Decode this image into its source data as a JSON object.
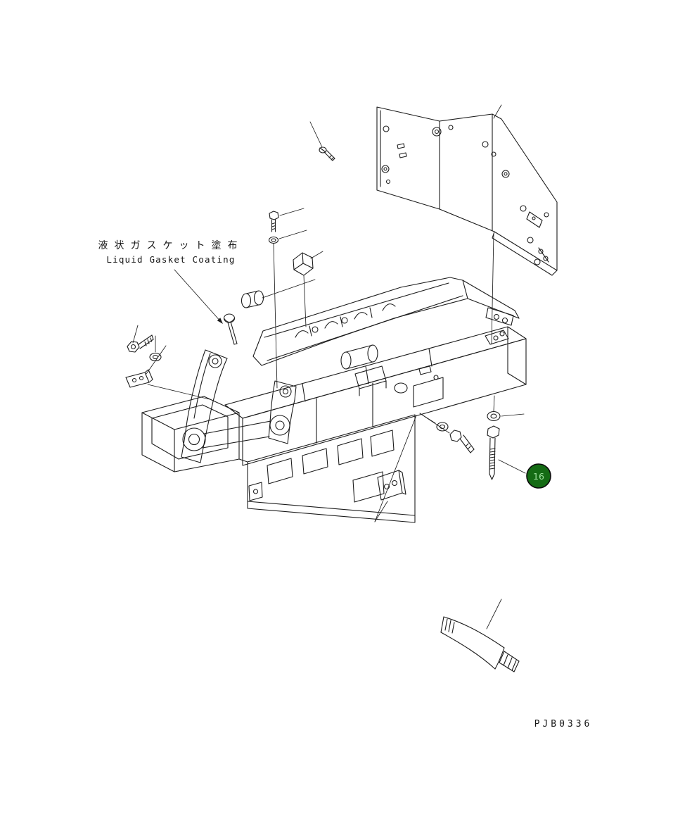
{
  "page": {
    "background": "#ffffff",
    "line_color": "#1c1c1c"
  },
  "gasket_note": {
    "jp": "液状ガスケット塗布",
    "en": "Liquid Gasket Coating"
  },
  "callout": {
    "number": "16",
    "fill": "#146b14",
    "text_color": "#9fe29f"
  },
  "drawing_code": "PJB0336"
}
